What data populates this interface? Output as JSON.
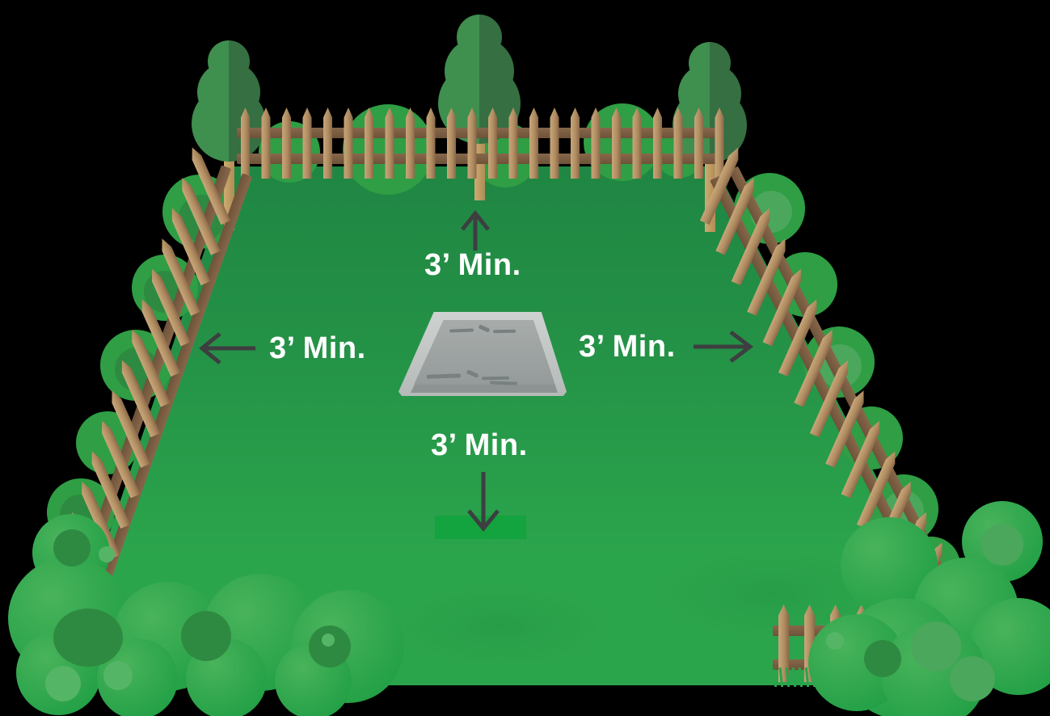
{
  "labels": {
    "top": "3’ Min.",
    "left": "3’ Min.",
    "right": "3’ Min.",
    "bottom": "3’ Min."
  },
  "icons": {
    "top": "arrow-up-icon",
    "left": "arrow-left-icon",
    "right": "arrow-right-icon",
    "bottom": "arrow-down-icon"
  },
  "colors": {
    "background": "#000000",
    "lawn_top": "#1e8342",
    "lawn_mid": "#239046",
    "lawn_bottom": "#2ba54c",
    "bush": "#2f9e44",
    "bush_dark": "#2e8a41",
    "bush_light": "#4aa75b",
    "bush_dot": "#55b566",
    "tree_light": "#3f8f4f",
    "tree_dark": "#356f42",
    "trunk_light": "#cdab72",
    "trunk_dark": "#b08c55",
    "wood_light": "#c8a77b",
    "wood_mid": "#b08d60",
    "wood_dark": "#8a684a",
    "rail_top": "#87674a",
    "rail_bottom": "#6e5339",
    "arrow": "#3d3e40",
    "label": "#ffffff",
    "pad_outer_a": "#ced2d1",
    "pad_outer_b": "#b5bab9",
    "pad_inner_a": "#a7acab",
    "pad_inner_b": "#959b9a",
    "pad_lip": "#8d9392",
    "pad_crack": "#798080",
    "patch": "#13a33f"
  }
}
